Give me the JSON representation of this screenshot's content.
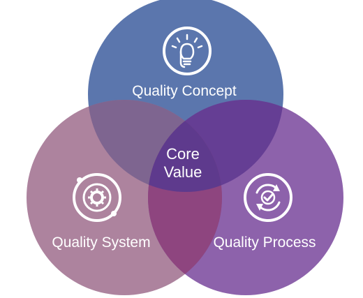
{
  "diagram": {
    "circles": [
      {
        "label": "Quality Concept",
        "icon": "lightbulb-hand-icon",
        "color": "#5472aa"
      },
      {
        "label": "Quality System",
        "icon": "gear-orbit-icon",
        "color": "#a37191"
      },
      {
        "label": "Quality Process",
        "icon": "cycle-check-icon",
        "color": "#7b4a9e"
      }
    ],
    "center": {
      "line1": "Core",
      "line2": "Value",
      "color": "#5d3a8e"
    }
  }
}
